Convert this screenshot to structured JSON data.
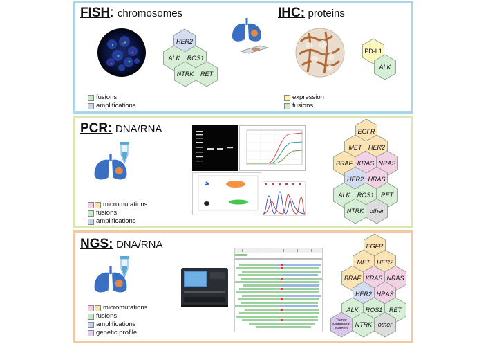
{
  "fish": {
    "title": "FISH",
    "subtitle": "chromosomes",
    "legend": [
      {
        "label": "fusions",
        "color": "#c9e8c9"
      },
      {
        "label": "amplifications",
        "color": "#c9d4ec"
      }
    ],
    "hexes": [
      {
        "label": "HER2",
        "color": "#d3dcf0"
      },
      {
        "label": "ALK",
        "color": "#d6edd6"
      },
      {
        "label": "ROS1",
        "color": "#d6edd6"
      },
      {
        "label": "NTRK",
        "color": "#d6edd6"
      },
      {
        "label": "RET",
        "color": "#d6edd6"
      }
    ]
  },
  "ihc": {
    "title": "IHC:",
    "subtitle": "proteins",
    "legend": [
      {
        "label": "expression",
        "color": "#fbf5b4"
      },
      {
        "label": "fusions",
        "color": "#c9e8c9"
      }
    ],
    "hexes": [
      {
        "label": "PD-L1",
        "color": "#fdf7bf"
      },
      {
        "label": "ALK",
        "color": "#d6edd6"
      }
    ]
  },
  "pcr": {
    "title": "PCR:",
    "subtitle": "DNA/RNA",
    "legend": [
      {
        "label": "micromutations",
        "colors": [
          "#f3cfe0",
          "#f9e3b0"
        ]
      },
      {
        "label": "fusions",
        "colors": [
          "#c9e8c9"
        ]
      },
      {
        "label": "amplifications",
        "colors": [
          "#c9d4ec"
        ]
      }
    ],
    "hexes": [
      {
        "label": "EGFR",
        "color": "#fbe3b4"
      },
      {
        "label": "MET",
        "color": "#fbe3b4"
      },
      {
        "label": "HER2",
        "color": "#fbe3b4"
      },
      {
        "label": "BRAF",
        "color": "#fbe3b4"
      },
      {
        "label": "KRAS",
        "color": "#f3d1e4"
      },
      {
        "label": "NRAS",
        "color": "#f3d1e4"
      },
      {
        "label": "HER2",
        "color": "#d3dcf0"
      },
      {
        "label": "HRAS",
        "color": "#f3d1e4"
      },
      {
        "label": "ALK",
        "color": "#d6edd6"
      },
      {
        "label": "ROS1",
        "color": "#d6edd6"
      },
      {
        "label": "RET",
        "color": "#d6edd6"
      },
      {
        "label": "NTRK",
        "color": "#d6edd6"
      },
      {
        "label": "other",
        "color": "#dcdcdc"
      }
    ]
  },
  "ngs": {
    "title": "NGS:",
    "subtitle": "DNA/RNA",
    "legend": [
      {
        "label": "micromutations",
        "colors": [
          "#f3cfe0",
          "#f9e3b0"
        ]
      },
      {
        "label": "fusions",
        "colors": [
          "#c9e8c9"
        ]
      },
      {
        "label": "amplifications",
        "colors": [
          "#c9d4ec"
        ]
      },
      {
        "label": "genetic profile",
        "colors": [
          "#e2cdeb"
        ]
      }
    ],
    "hexes": [
      {
        "label": "EGFR",
        "color": "#fbe3b4"
      },
      {
        "label": "MET",
        "color": "#fbe3b4"
      },
      {
        "label": "HER2",
        "color": "#fbe3b4"
      },
      {
        "label": "BRAF",
        "color": "#fbe3b4"
      },
      {
        "label": "KRAS",
        "color": "#f3d1e4"
      },
      {
        "label": "NRAS",
        "color": "#f3d1e4"
      },
      {
        "label": "HER2",
        "color": "#d3dcf0"
      },
      {
        "label": "HRAS",
        "color": "#f3d1e4"
      },
      {
        "label": "ALK",
        "color": "#d6edd6"
      },
      {
        "label": "ROS1",
        "color": "#d6edd6"
      },
      {
        "label": "RET",
        "color": "#d6edd6"
      },
      {
        "label": "Tumor Mutational Burden",
        "color": "#dcc6ec"
      },
      {
        "label": "NTRK",
        "color": "#d6edd6"
      },
      {
        "label": "other",
        "color": "#dcdcdc"
      }
    ]
  },
  "icons": {
    "lungs": "lungs-icon",
    "slide": "glass-slide-icon",
    "tube": "sample-tube-icon",
    "sequencer": "sequencer-icon"
  }
}
